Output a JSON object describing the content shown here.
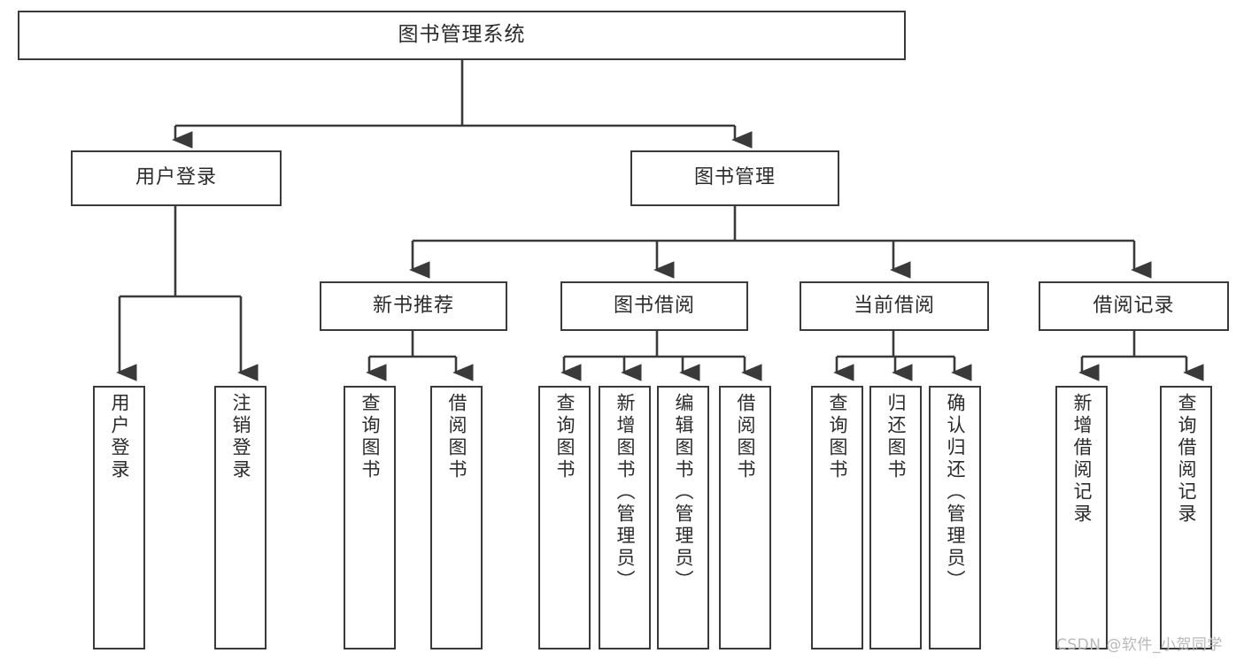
{
  "diagram": {
    "title": "图书管理系统",
    "type": "tree-hierarchy",
    "root": {
      "label": "图书管理系统"
    },
    "level2": [
      {
        "id": "user-login",
        "label": "用户登录"
      },
      {
        "id": "book-management",
        "label": "图书管理"
      }
    ],
    "level3": [
      {
        "id": "new-book-recommend",
        "label": "新书推荐"
      },
      {
        "id": "book-borrow",
        "label": "图书借阅"
      },
      {
        "id": "current-borrow",
        "label": "当前借阅"
      },
      {
        "id": "borrow-record",
        "label": "借阅记录"
      }
    ],
    "leaves": [
      {
        "id": "leaf-user-login",
        "label": "用户登录",
        "parent": "user-login"
      },
      {
        "id": "leaf-logout",
        "label": "注销登录",
        "parent": "user-login"
      },
      {
        "id": "leaf-query-book-1",
        "label": "查询图书",
        "parent": "new-book-recommend"
      },
      {
        "id": "leaf-borrow-book-1",
        "label": "借阅图书",
        "parent": "new-book-recommend"
      },
      {
        "id": "leaf-query-book-2",
        "label": "查询图书",
        "parent": "book-borrow"
      },
      {
        "id": "leaf-add-book",
        "label": "新增图书（管理员）",
        "parent": "book-borrow"
      },
      {
        "id": "leaf-edit-book",
        "label": "编辑图书（管理员）",
        "parent": "book-borrow"
      },
      {
        "id": "leaf-borrow-book-2",
        "label": "借阅图书",
        "parent": "book-borrow"
      },
      {
        "id": "leaf-query-book-3",
        "label": "查询图书",
        "parent": "current-borrow"
      },
      {
        "id": "leaf-return-book",
        "label": "归还图书",
        "parent": "current-borrow"
      },
      {
        "id": "leaf-confirm-return",
        "label": "确认归还（管理员）",
        "parent": "current-borrow"
      },
      {
        "id": "leaf-add-record",
        "label": "新增借阅记录",
        "parent": "borrow-record"
      },
      {
        "id": "leaf-query-record",
        "label": "查询借阅记录",
        "parent": "borrow-record"
      }
    ],
    "colors": {
      "box_border": "#3a3a3a",
      "box_fill": "#ffffff",
      "connector": "#3a3a3a",
      "text": "#2b2b2b",
      "watermark": "#b9b9b9",
      "background": "#ffffff"
    }
  },
  "watermark": {
    "text": "CSDN @软件_小贺同学"
  }
}
